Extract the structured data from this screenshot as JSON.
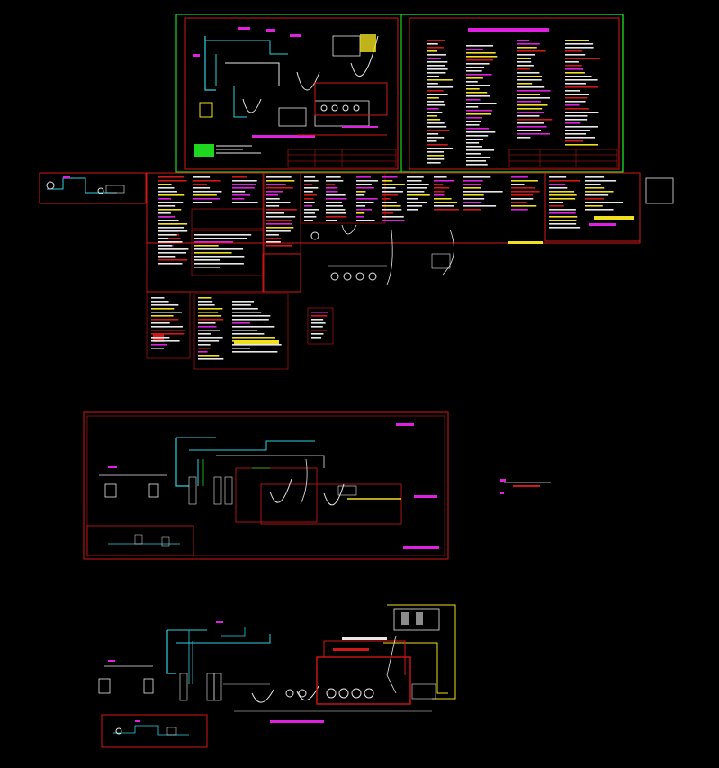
{
  "drawing": {
    "background": "#000000",
    "colors": {
      "frame_green": "#1fd61f",
      "frame_red": "#d01818",
      "pipe_cyan": "#2fd0e0",
      "pipe_white": "#e8e8e8",
      "magenta": "#e020e0",
      "yellow": "#f0e020",
      "dim_red": "#8a1010"
    },
    "sheets": [
      {
        "id": "sheet-process-flow-main",
        "kind": "process-flow"
      },
      {
        "id": "sheet-legend-table",
        "kind": "legend"
      },
      {
        "id": "sheet-detail-notes-strip",
        "kind": "notes"
      },
      {
        "id": "sheet-process-flow-lower-1",
        "kind": "process-flow"
      },
      {
        "id": "sheet-process-flow-lower-2",
        "kind": "process-flow"
      },
      {
        "id": "sheet-small-detail-box",
        "kind": "detail"
      },
      {
        "id": "sheet-isolated-callout",
        "kind": "callout"
      }
    ]
  }
}
